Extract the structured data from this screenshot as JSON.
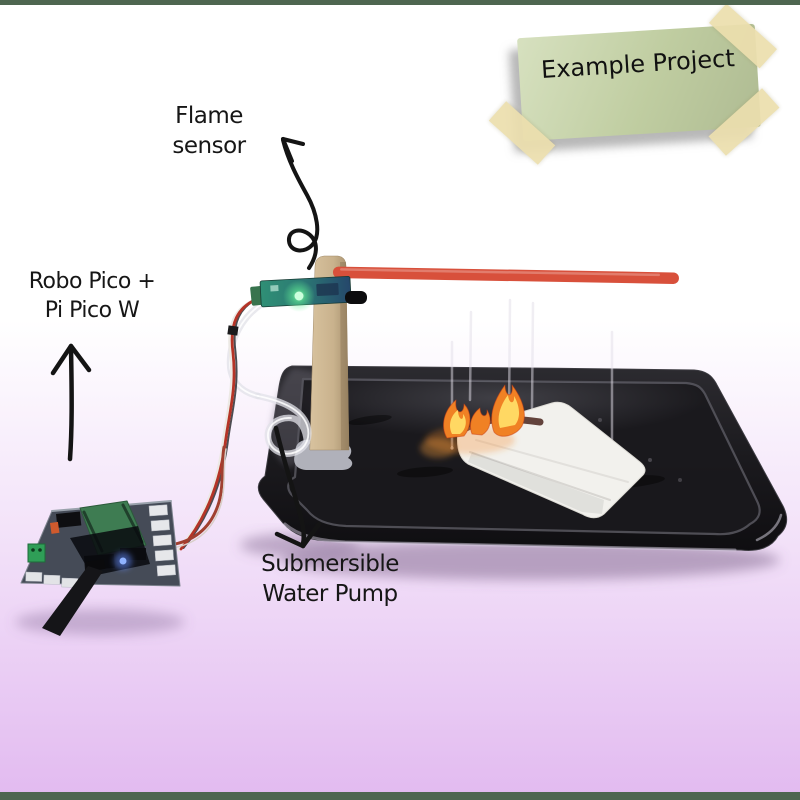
{
  "note": {
    "line1": "Example",
    "line2": "Project"
  },
  "labels": {
    "flame_sensor": {
      "line1": "Flame",
      "line2": "sensor"
    },
    "robo_pico": {
      "line1": "Robo Pico +",
      "line2": "Pi Pico W"
    },
    "water_pump": {
      "line1": "Submersible",
      "line2": "Water Pump"
    }
  },
  "colors": {
    "bar_green": "#4e6650",
    "bg_top": "#ffffff",
    "bg_mid": "#f3e3f9",
    "bg_bottom": "#e2baf0",
    "note_green": "#c7d5a7",
    "tape_tan": "#ecdfae",
    "label_ink": "#161616",
    "arrow_ink": "#141414",
    "straw_red": "#d8503b",
    "stick_tan": "#cdb38f",
    "sensor_teal": "#2f8f75",
    "sensor_navy": "#25476b",
    "led_green": "#66f096",
    "led_blue": "#8fb2ff",
    "tray_black": "#1b1a1e",
    "pcb_grey": "#454b57",
    "pico_green": "#3e7c52",
    "flame_orange": "#f08124",
    "flame_yellow": "#ffd863",
    "tissue_white": "#f2f1ed",
    "tube_clear": "#e1e1e8",
    "wire_red": "#b53427",
    "wire_white": "#ece9e4",
    "glue_grey": "#b8b9c3"
  },
  "scene": {
    "components": [
      "sticky-note",
      "flame-sensor-module",
      "popsicle-stick-mast",
      "red-straw-nozzle",
      "silicone-tube",
      "wire-bundle",
      "robo-pico-board",
      "pi-pico-w-module",
      "usb-cable",
      "baking-tray",
      "burning-tissue",
      "flame",
      "water-streams",
      "glue-blob"
    ]
  }
}
